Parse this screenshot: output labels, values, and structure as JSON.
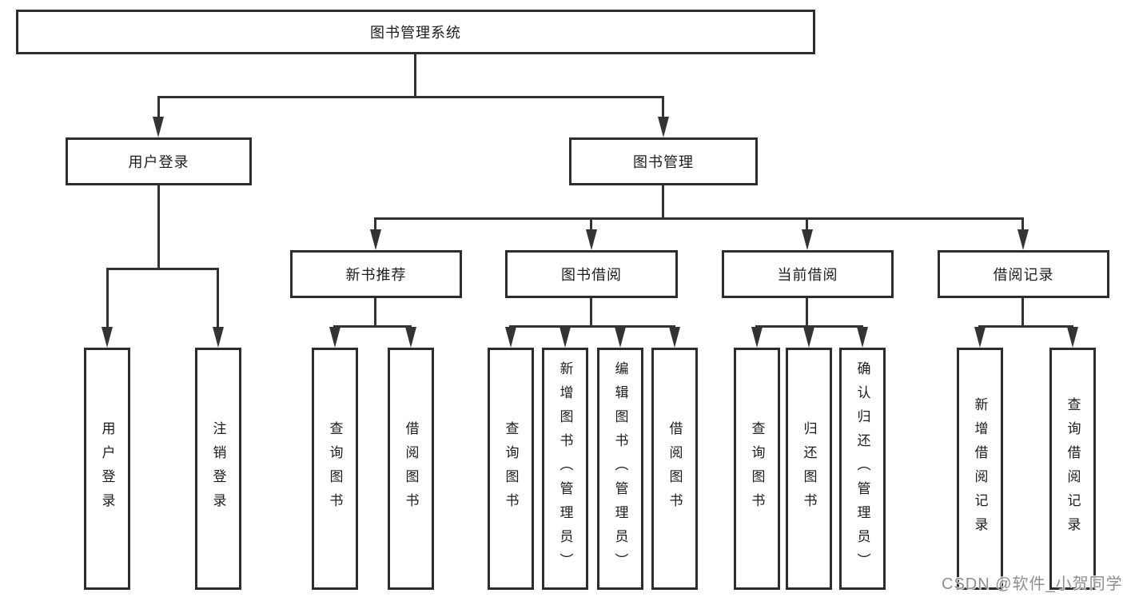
{
  "colors": {
    "background": "#ffffff",
    "box_border": "#2d2d2d",
    "line": "#333333",
    "text": "#1c1c1c",
    "watermark": "#8f8f8f"
  },
  "tree": {
    "root": {
      "label": "图书管理系统",
      "children": [
        {
          "label": "用户登录",
          "children": [
            {
              "label": "用户登录"
            },
            {
              "label": "注销登录"
            }
          ]
        },
        {
          "label": "图书管理",
          "children": [
            {
              "label": "新书推荐",
              "children": [
                {
                  "label": "查询图书"
                },
                {
                  "label": "借阅图书"
                }
              ]
            },
            {
              "label": "图书借阅",
              "children": [
                {
                  "label": "查询图书"
                },
                {
                  "label": "新增图书（管理员）"
                },
                {
                  "label": "编辑图书（管理员）"
                },
                {
                  "label": "借阅图书"
                }
              ]
            },
            {
              "label": "当前借阅",
              "children": [
                {
                  "label": "查询图书"
                },
                {
                  "label": "归还图书"
                },
                {
                  "label": "确认归还（管理员）"
                }
              ]
            },
            {
              "label": "借阅记录",
              "children": [
                {
                  "label": "新增借阅记录"
                },
                {
                  "label": "查询借阅记录"
                }
              ]
            }
          ]
        }
      ]
    }
  },
  "watermark": {
    "text": "CSDN @软件_小贺同学"
  }
}
